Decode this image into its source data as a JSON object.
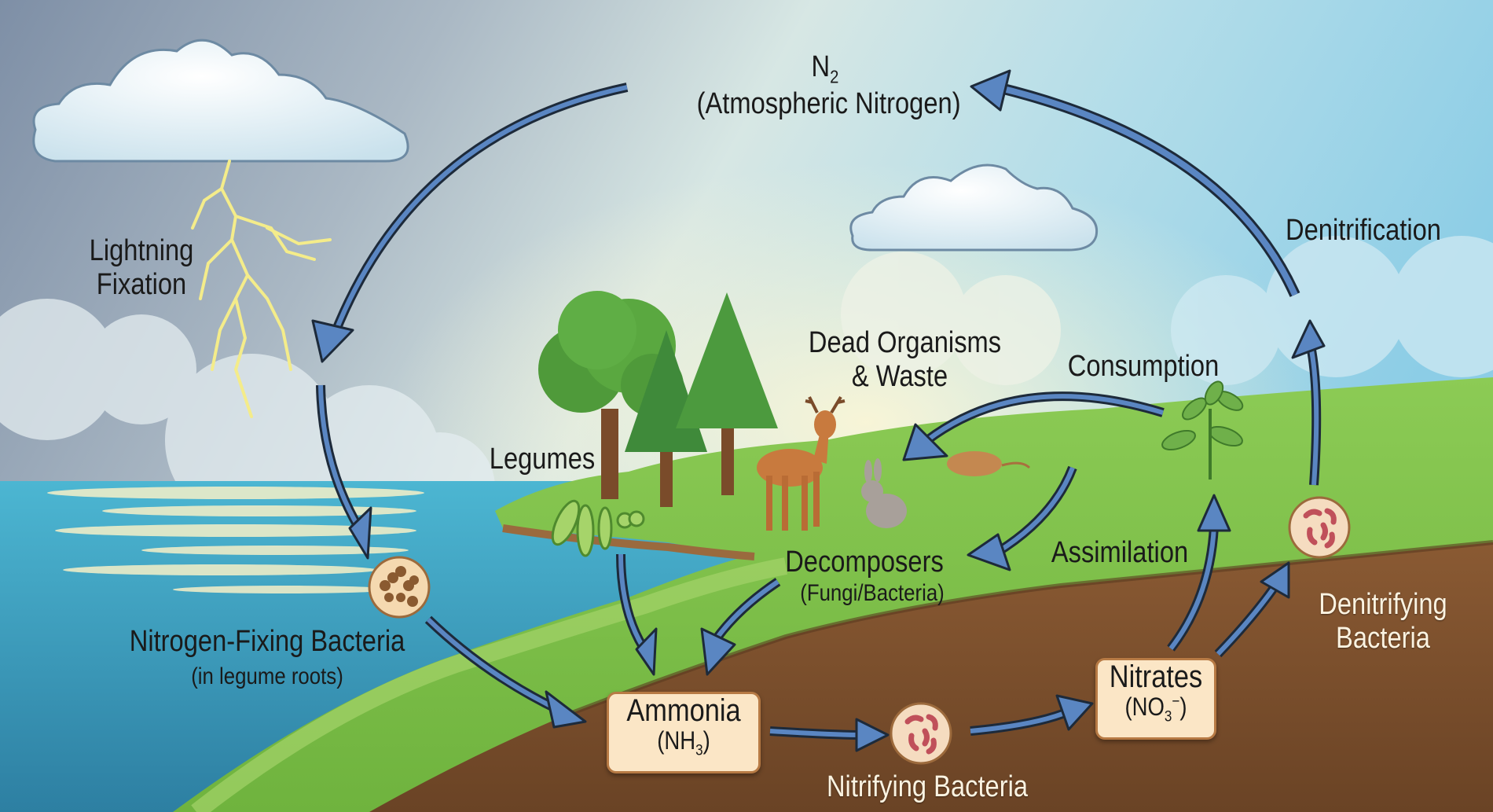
{
  "title": {
    "formula_main": "N",
    "formula_sub": "2",
    "name": "(Atmospheric Nitrogen)"
  },
  "processes": {
    "lightning_fixation": [
      "Lightning",
      "Fixation"
    ],
    "denitrification": "Denitrification",
    "consumption": "Consumption",
    "assimilation": "Assimilation"
  },
  "organisms": {
    "legumes": "Legumes",
    "dead_organisms": [
      "Dead Organisms",
      "& Waste"
    ],
    "decomposers": "Decomposers",
    "decomposers_note": "(Fungi/Bacteria)",
    "nitrogen_fixing_bacteria": "Nitrogen-Fixing Bacteria",
    "nitrogen_fixing_note": "(in legume roots)",
    "nitrifying_bacteria": "Nitrifying Bacteria",
    "denitrifying_bacteria": [
      "Denitrifying",
      "Bacteria"
    ]
  },
  "compounds": {
    "ammonia": {
      "name": "Ammonia",
      "formula_open": "(NH",
      "formula_sub": "3",
      "formula_close": ")"
    },
    "nitrates": {
      "name": "Nitrates",
      "formula_open": "(NO",
      "formula_sub": "3",
      "formula_sup": "−",
      "formula_close": ")"
    }
  },
  "colors": {
    "arrow_fill": "#5a86c2",
    "arrow_outline": "#1d2a3a",
    "sky_storm": "#8b9db2",
    "sky_clear": "#9dd4ea",
    "water": "#3aa3c4",
    "grass": "#7fc04a",
    "soil": "#7a4e2c",
    "box_fill": "#fbe6c6",
    "box_border": "#b77a44",
    "bacteria_red": "#c0505a",
    "bacteria_brown": "#8a5a30",
    "lightning": "#f6f08a"
  }
}
